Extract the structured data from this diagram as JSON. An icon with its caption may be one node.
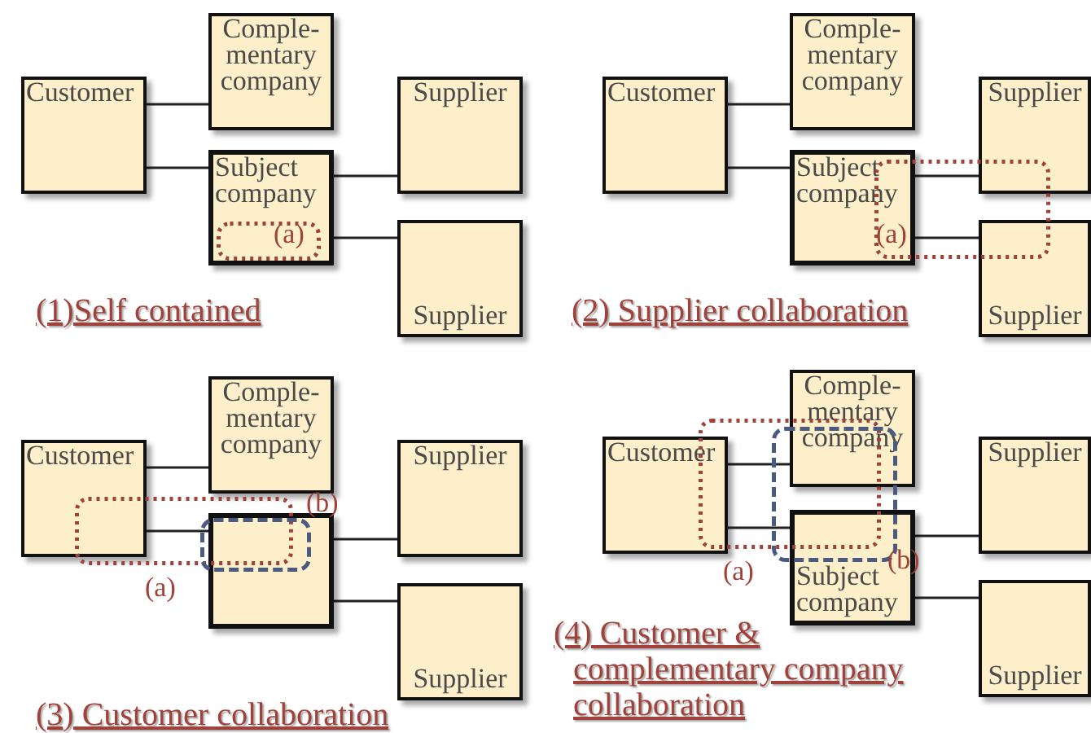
{
  "diagram": {
    "nodes": [
      {
        "text": [
          "Customer"
        ]
      },
      {
        "text": [
          "Comple- mentary company"
        ]
      },
      {
        "text": [
          "Subject company"
        ]
      },
      {
        "text": [
          "Supplier"
        ]
      },
      {
        "text": [
          "Supplier"
        ]
      },
      {
        "text": [
          "Customer"
        ]
      },
      {
        "text": [
          "Comple- mentary company"
        ]
      },
      {
        "text": [
          "Subject company"
        ]
      },
      {
        "text": [
          "Supplier"
        ]
      },
      {
        "text": [
          "Supplier"
        ]
      },
      {
        "text": [
          "Customer"
        ]
      },
      {
        "text": [
          "Comple- mentary company"
        ]
      },
      {
        "text": [],
        "shape": "box"
      },
      {
        "text": [
          "Supplier"
        ]
      },
      {
        "text": [
          "Supplier"
        ]
      },
      {
        "text": [
          "Customer"
        ]
      },
      {
        "text": [
          "Comple- mentary company"
        ]
      },
      {
        "text": [
          "Subject company"
        ]
      },
      {
        "text": [
          "Supplier"
        ]
      },
      {
        "text": [
          "Supplier"
        ]
      }
    ],
    "edges": [
      {
        "from": 0,
        "to": 1,
        "arrow": "none"
      },
      {
        "from": 0,
        "to": 2,
        "arrow": "none"
      },
      {
        "from": 2,
        "to": 3,
        "arrow": "none"
      },
      {
        "from": 2,
        "to": 4,
        "arrow": "none"
      },
      {
        "from": 5,
        "to": 6,
        "arrow": "none"
      },
      {
        "from": 5,
        "to": 7,
        "arrow": "none"
      },
      {
        "from": 7,
        "to": 8,
        "arrow": "none"
      },
      {
        "from": 7,
        "to": 9,
        "arrow": "none"
      },
      {
        "from": 10,
        "to": 11,
        "arrow": "none"
      },
      {
        "from": 10,
        "to": 12,
        "arrow": "none"
      },
      {
        "from": 12,
        "to": 13,
        "arrow": "none"
      },
      {
        "from": 12,
        "to": 14,
        "arrow": "none"
      },
      {
        "from": 15,
        "to": 16,
        "arrow": "none"
      },
      {
        "from": 15,
        "to": 17,
        "arrow": "none"
      },
      {
        "from": 17,
        "to": 18,
        "arrow": "none"
      },
      {
        "from": 17,
        "to": 19,
        "arrow": "none"
      }
    ],
    "labels": [
      "(a)",
      "(1)Self contained",
      "(a)",
      "(2) Supplier collaboration",
      "(b)",
      "(a)",
      "(3) Customer collaboration",
      "(b)",
      "(a)",
      "(4) Customer & complementary company collaboration"
    ]
  }
}
